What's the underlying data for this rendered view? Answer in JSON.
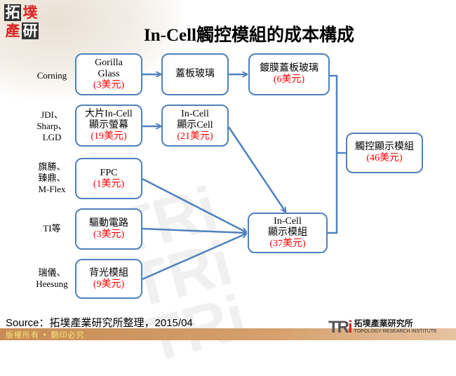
{
  "header": {
    "logo_chars": [
      "拓",
      "墣",
      "產",
      "研"
    ],
    "title": "In-Cell觸控模組的成本構成"
  },
  "suppliers": [
    {
      "id": "corning",
      "lines": [
        "Corning"
      ]
    },
    {
      "id": "jdi-sharp-lgd",
      "lines": [
        "JDI、",
        "Sharp、",
        "LGD"
      ]
    },
    {
      "id": "fpc-makers",
      "lines": [
        "旗勝、",
        "臻鼎、",
        "M-Flex"
      ]
    },
    {
      "id": "ti",
      "lines": [
        "TI等"
      ]
    },
    {
      "id": "backlight-makers",
      "lines": [
        "瑞儀、",
        "Heesung"
      ]
    }
  ],
  "nodes": {
    "gorilla_glass": {
      "lines": [
        "Gorilla",
        "Glass"
      ],
      "cost": "(3美元)"
    },
    "cover_glass": {
      "lines": [
        "蓋板玻璃"
      ],
      "cost": ""
    },
    "coated_cover_glass": {
      "lines": [
        "鍍膜蓋板玻璃"
      ],
      "cost": "(6美元)"
    },
    "large_incell_panel": {
      "lines": [
        "大片In-Cell",
        "顯示螢幕"
      ],
      "cost": "(19美元)"
    },
    "incell_display_cell": {
      "lines": [
        "In-Cell",
        "顯示Cell"
      ],
      "cost": "(21美元)"
    },
    "fpc": {
      "lines": [
        "FPC"
      ],
      "cost": "(1美元)"
    },
    "driver_circuit": {
      "lines": [
        "驅動電路"
      ],
      "cost": "(3美元)"
    },
    "backlight_module": {
      "lines": [
        "背光模組"
      ],
      "cost": "(9美元)"
    },
    "incell_display_module": {
      "lines": [
        "In-Cell",
        "顯示模組"
      ],
      "cost": "(37美元)"
    },
    "touch_display_module": {
      "lines": [
        "觸控顯示模組"
      ],
      "cost": "(46美元)"
    }
  },
  "colors": {
    "box_border": "#4f81bd",
    "arrow": "#4f81bd",
    "cost_text": "#ff0000",
    "footer_bar": "#c78c55",
    "footer_text": "#f6e27a"
  },
  "source": "Source：拓墣產業研究所整理，2015/04",
  "footer": {
    "copyright": "版權所有 • 翻印必究",
    "brand_mark": "TRi",
    "brand_cn": "拓墣產業研究所",
    "brand_en": "TOPOLOGY RESEARCH INSTITUTE"
  },
  "watermark": "TRi"
}
